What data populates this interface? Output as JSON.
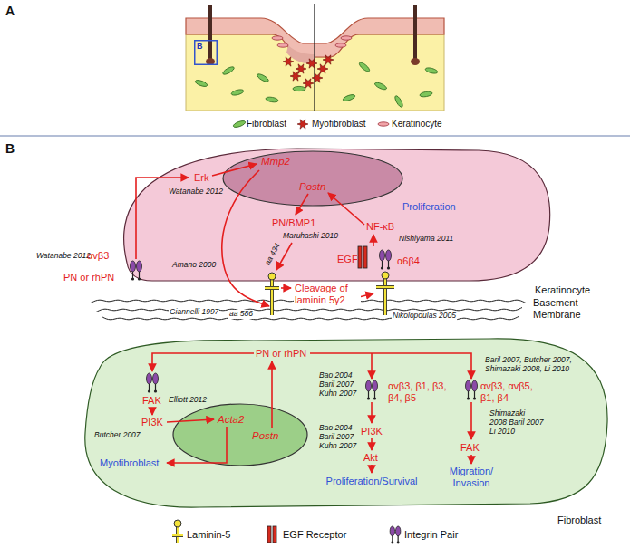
{
  "diagram": {
    "nodes": [
      {
        "text": [
          "B"
        ]
      },
      {
        "text": [
          "Keratinocyte"
        ]
      },
      {
        "text": [
          "Mmp2",
          "Postn"
        ],
        "in": 1
      },
      {
        "text": [
          "Basement Membrane"
        ]
      },
      {
        "text": [
          "Fibroblast"
        ]
      },
      {
        "text": [
          "Acta2",
          "Postn"
        ],
        "in": 4
      }
    ],
    "labels": [
      "A",
      "B",
      "Erk",
      "Watanabe 2012",
      "PN/BMP1",
      "Maruhashi 2010",
      "Proliferation",
      "NF-κB",
      "Nishiyama 2011",
      "Watanabe 2012",
      "αvβ3",
      "PN or rhPN",
      "Amano 2000",
      "aa 434",
      "Giannelli 1997",
      "aa 586",
      "Cleavage of laminin 5γ2",
      "EGF",
      "α6β4",
      "Nikolopoulas 2005",
      "PN or rhPN",
      "FAK",
      "Elliott 2012",
      "PI3K",
      "Butcher 2007",
      "Myofibroblast",
      "Bao 2004 Baril 2007 Kuhn 2007",
      "αvβ3, β1, β3, β4, β5",
      "PI3K",
      "Bao 2004 Baril 2007 Kuhn 2007",
      "Akt",
      "Proliferation/Survival",
      "Baril 2007, Butcher 2007, Shimazaki 2008, Li 2010",
      "αvβ3, αvβ5, β1, β4",
      "Shimazaki 2008 Baril 2007 Li 2010",
      "FAK",
      "Migration/ Invasion"
    ],
    "legend": [
      {
        "text": "Fibroblast"
      },
      {
        "text": "Myofibroblast"
      },
      {
        "text": "Keratinocyte"
      },
      {
        "text": "Laminin-5"
      },
      {
        "text": "EGF Receptor"
      },
      {
        "text": "Integrin Pair"
      }
    ]
  }
}
